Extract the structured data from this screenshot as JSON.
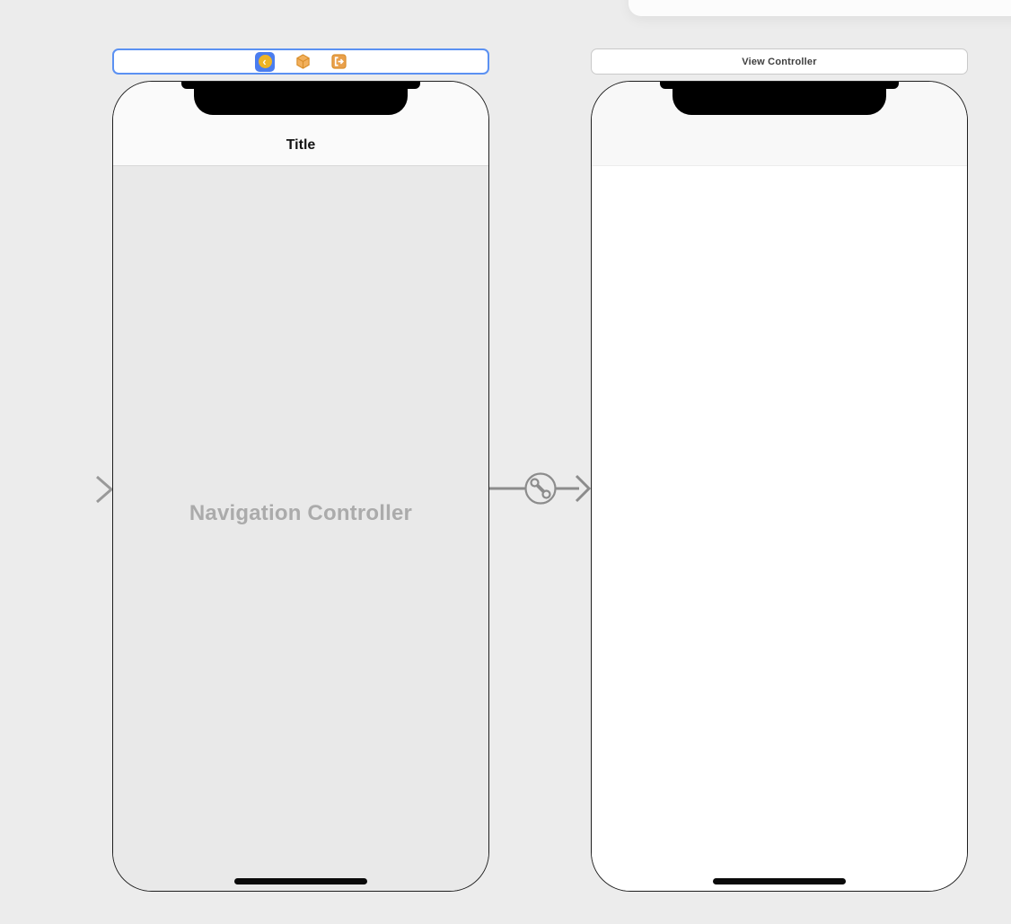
{
  "colors": {
    "canvas_bg": "#ececec",
    "selection_blue": "#5b91f2",
    "dock_border_gray": "#c9c9c9",
    "icon_orange_stroke": "#d98e2b",
    "icon_orange_fill": "#f2b05c",
    "icon_blue": "#4a7def",
    "icon_yellow": "#eeb425",
    "connector_gray": "#8f8f8f",
    "navbar_bg": "#fafafa",
    "nav_content_bg": "#e9e9e9",
    "phone_border": "#1e1e1e"
  },
  "navigation_scene": {
    "dock": {
      "icons": [
        {
          "name": "navigation-controller-icon",
          "glyph": "‹"
        },
        {
          "name": "first-responder-icon"
        },
        {
          "name": "exit-icon"
        }
      ]
    },
    "nav_bar_title": "Title",
    "canvas_label": "Navigation Controller"
  },
  "view_scene": {
    "dock_label": "View Controller"
  }
}
